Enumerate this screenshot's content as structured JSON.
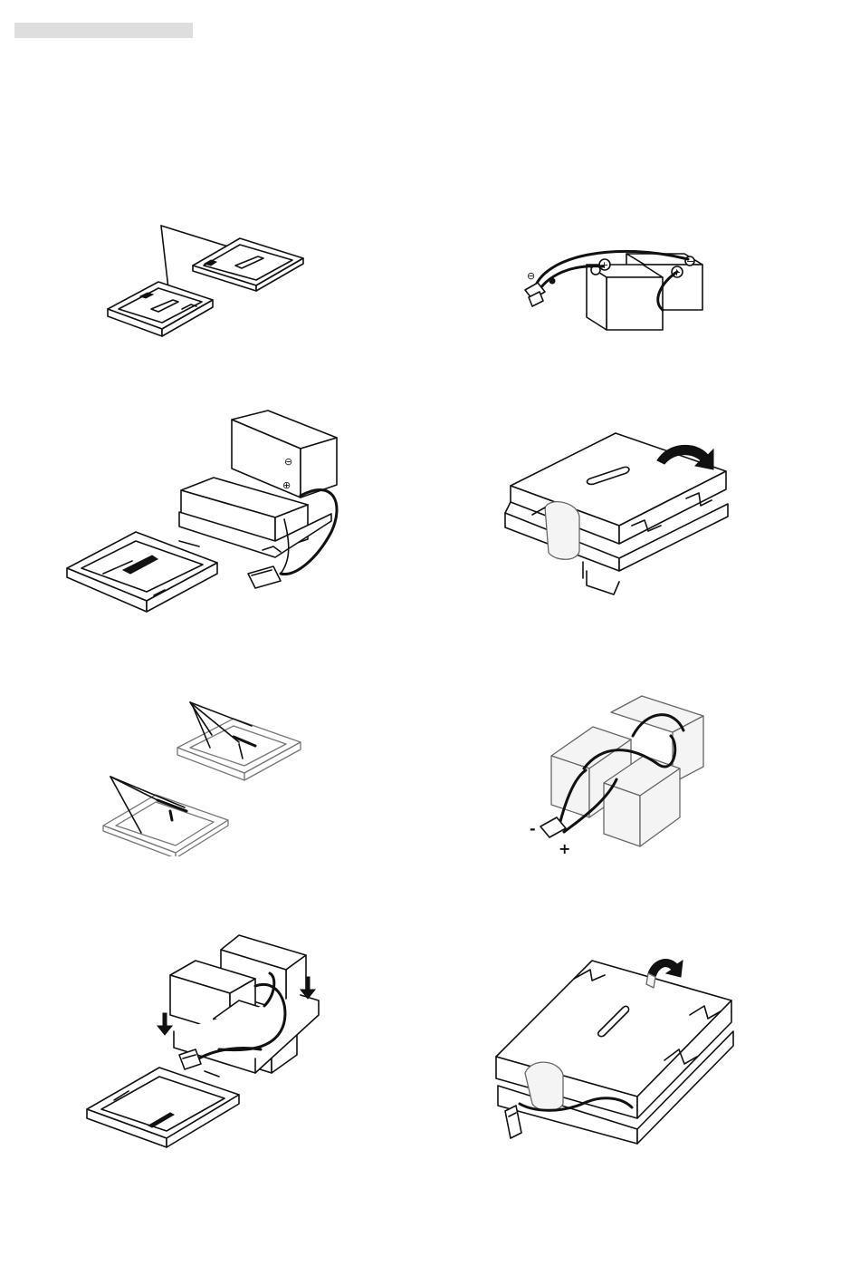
{
  "header": {
    "bar_color": "#dedede"
  },
  "figures": [
    {
      "id": "fig-1",
      "icon": "battery-tray-pair-icon"
    },
    {
      "id": "fig-2",
      "icon": "battery-pair-wiring-icon",
      "symbols": {
        "minus": "−",
        "plus": "+"
      }
    },
    {
      "id": "fig-3",
      "icon": "battery-stack-assembly-icon"
    },
    {
      "id": "fig-4",
      "icon": "battery-pack-flip-icon"
    },
    {
      "id": "fig-5",
      "icon": "battery-tray-labels-icon"
    },
    {
      "id": "fig-6",
      "icon": "battery-quad-wiring-icon",
      "symbols": {
        "minus": "-",
        "plus": "+"
      }
    },
    {
      "id": "fig-7",
      "icon": "battery-quad-assembly-icon"
    },
    {
      "id": "fig-8",
      "icon": "battery-quad-pack-flip-icon"
    }
  ]
}
